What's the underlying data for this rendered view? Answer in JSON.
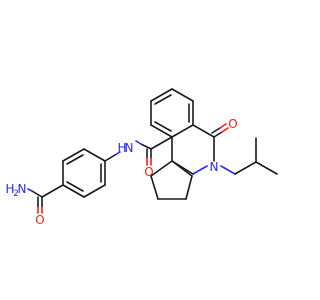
{
  "atoms": {
    "amide_nh_top": {
      "text": "N",
      "color": "#2a2aff"
    },
    "amide_nh_top_h": {
      "text": "H",
      "color": "#2a2aff"
    },
    "amide_o_top": {
      "text": "O",
      "color": "#ff1a1a"
    },
    "ketone_o": {
      "text": "O",
      "color": "#ff1a1a"
    },
    "ring_n": {
      "text": "N",
      "color": "#2a2aff"
    },
    "primary_amide_n": {
      "text": "N",
      "color": "#2a2aff"
    },
    "primary_amide_h2": {
      "text": "H",
      "color": "#2a2aff"
    },
    "primary_amide_h2_sub": {
      "text": "2",
      "color": "#2a2aff"
    },
    "primary_amide_o": {
      "text": "O",
      "color": "#ff1a1a"
    }
  }
}
